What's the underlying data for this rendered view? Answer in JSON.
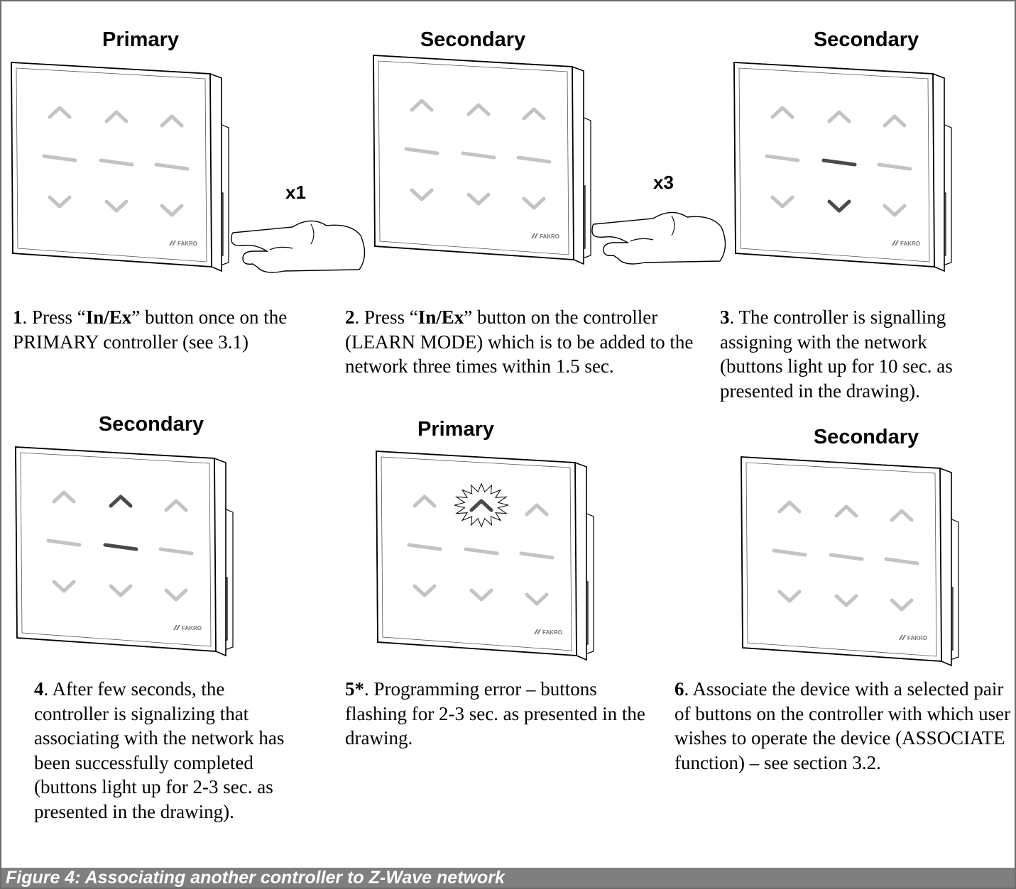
{
  "panels": [
    {
      "role": "Primary",
      "step": "1",
      "text_a": ". Press “",
      "bold": "In/Ex",
      "text_b": "” button once on the PRIMARY controller (see 3.1)",
      "tap_label": "x1",
      "lit": "none"
    },
    {
      "role": "Secondary",
      "step": "2",
      "text_a": ". Press “",
      "bold": "In/Ex",
      "text_b": "” button on the controller (LEARN MODE) which is to be added to the network three times within 1.5 sec.",
      "tap_label": "x3",
      "lit": "none"
    },
    {
      "role": "Secondary",
      "step": "3",
      "text_a": ". The controller is signalling assigning with the network (buttons light up for 10 sec. as presented in the drawing).",
      "bold": "",
      "text_b": "",
      "lit": "middle-stop-and-down"
    },
    {
      "role": "Secondary",
      "step": "4",
      "text_a": ". After few seconds, the controller is signalizing that associating with the network has been successfully completed (buttons light up for 2-3 sec. as presented in the drawing).",
      "bold": "",
      "text_b": "",
      "lit": "middle-up-and-stop"
    },
    {
      "role": "Primary",
      "step": "5*",
      "text_a": ". Programming error – buttons flashing for 2-3 sec. as presented in the drawing.",
      "bold": "",
      "text_b": "",
      "lit": "middle-up-flashing"
    },
    {
      "role": "Secondary",
      "step": "6",
      "text_a": ". Associate the device with a selected pair of buttons on the controller with which user wishes to operate the device (ASSOCIATE function) – see section 3.2.",
      "bold": "",
      "text_b": "",
      "lit": "none"
    }
  ],
  "brand": "FAKRO",
  "figure_caption": "Figure 4: Associating another controller to Z-Wave network",
  "colors": {
    "button_off": "#c3c3c3",
    "button_lit": "#4a4a4a",
    "caption_bar": "#7f7f7f"
  }
}
